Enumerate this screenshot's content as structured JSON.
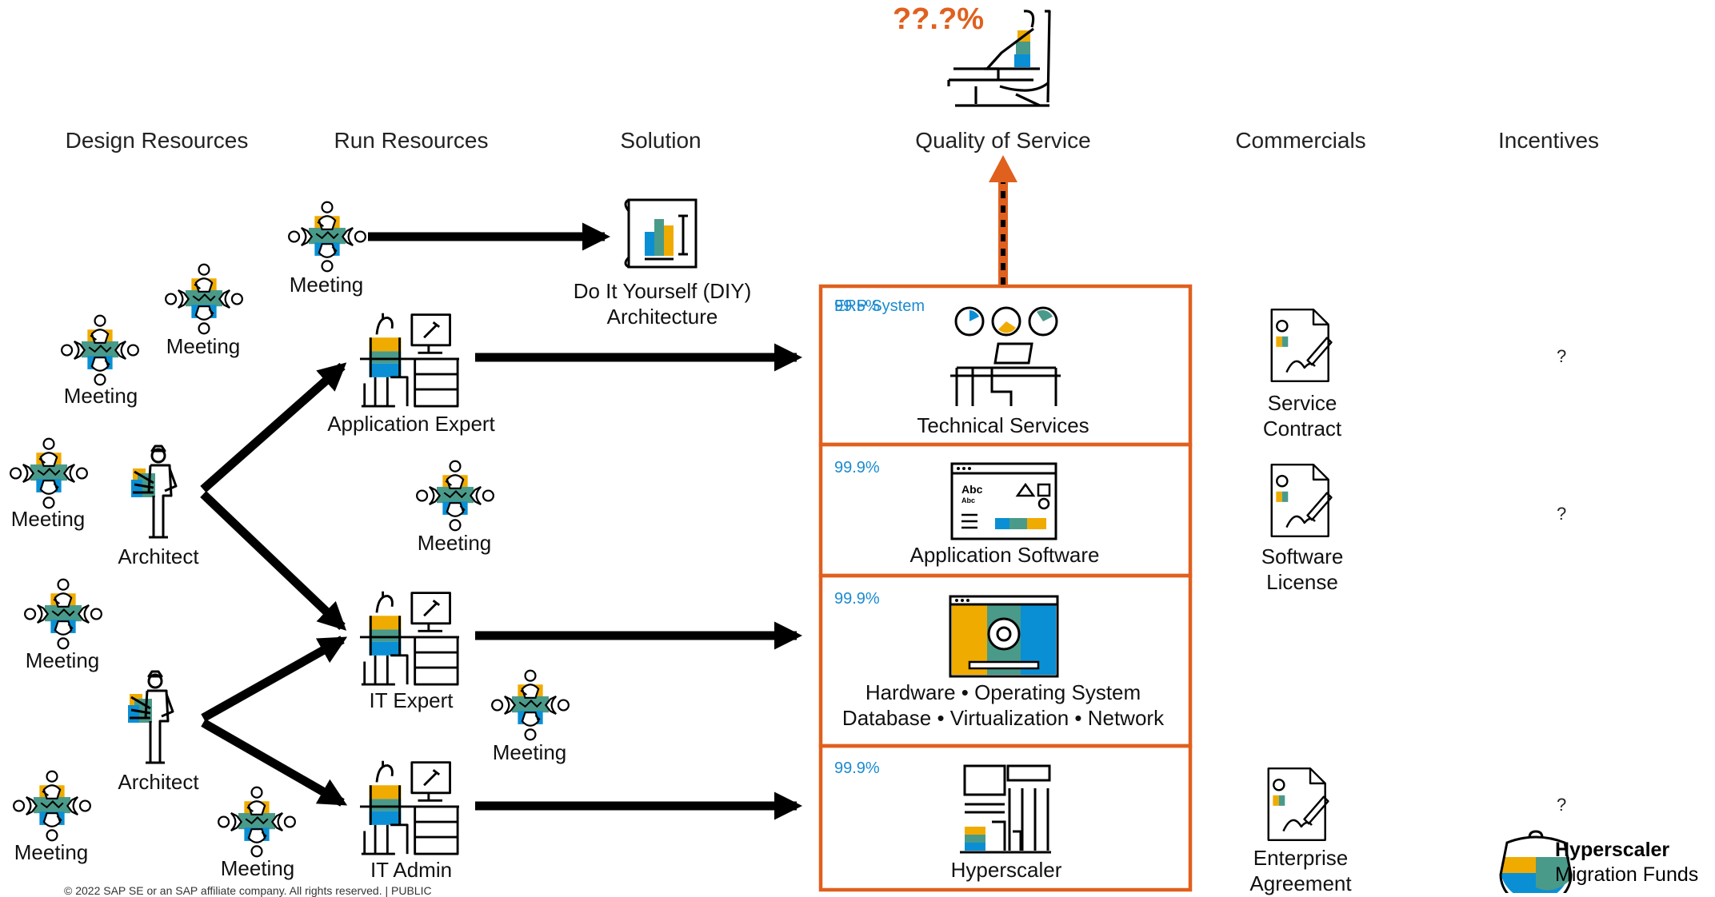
{
  "top_indicator": {
    "value": "??.?%"
  },
  "headers": {
    "design_resources": "Design Resources",
    "run_resources": "Run Resources",
    "solution": "Solution",
    "quality_of_service": "Quality of Service",
    "commercials": "Commercials",
    "incentives": "Incentives"
  },
  "people": {
    "meeting": "Meeting",
    "architect": "Architect",
    "application_expert": "Application Expert",
    "it_expert": "IT Expert",
    "it_admin": "IT Admin"
  },
  "solution": {
    "line1": "Do It Yourself (DIY)",
    "line2": "Architecture"
  },
  "stack": {
    "technical": {
      "label": "Technical Services",
      "sla": "99.5%",
      "overlay": "ERP System"
    },
    "application": {
      "label": "Application Software",
      "sla": "99.9%"
    },
    "infrastructure": {
      "line1": "Hardware • Operating System",
      "line2": "Database • Virtualization • Network",
      "sla": "99.9%"
    },
    "hyperscaler": {
      "label": "Hyperscaler",
      "sla": "99.9%"
    }
  },
  "commercials": {
    "service": {
      "line1": "Service",
      "line2": "Contract"
    },
    "software": {
      "line1": "Software",
      "line2": "License"
    },
    "enterprise": {
      "line1": "Enterprise",
      "line2": "Agreement"
    }
  },
  "incentives": {
    "q1": "?",
    "q2": "?",
    "q3": "?",
    "brand_bold": "Hyperscaler",
    "brand_rest": "Migration Funds"
  },
  "footer": "© 2022 SAP SE or an SAP affiliate company. All rights reserved.  |  PUBLIC",
  "colors": {
    "orange": "#e0601e",
    "blue": "#1b8bd0",
    "gold": "#f0ab00",
    "teal": "#4a9a8a",
    "sky": "#0a8fd4"
  }
}
